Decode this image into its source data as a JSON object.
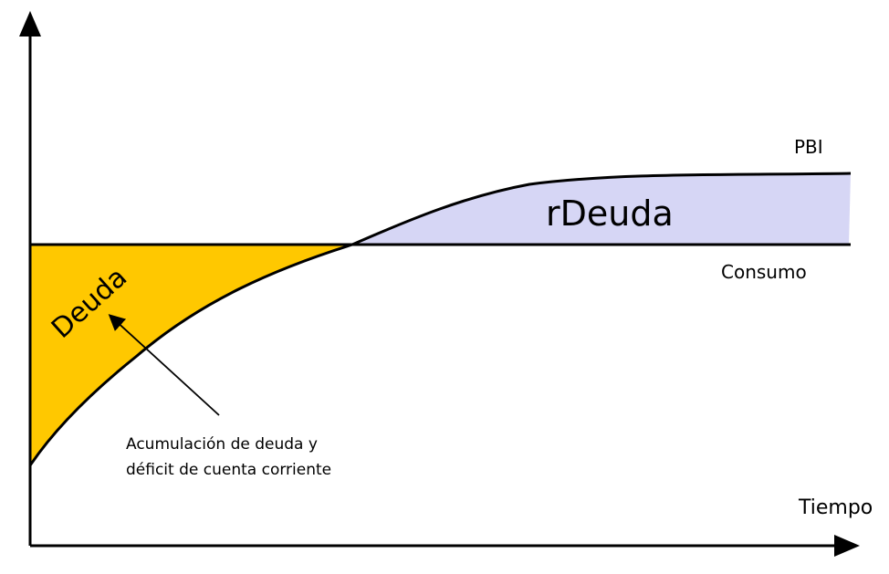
{
  "diagram": {
    "x_axis_label": "Tiempo",
    "curves": {
      "pbi_label": "PBI",
      "consumo_label": "Consumo"
    },
    "regions": {
      "deuda_label": "Deuda",
      "rdeuda_label": "rDeuda"
    },
    "annotation": {
      "line1": "Acumulación de deuda y",
      "line2": "déficit de cuenta corriente"
    },
    "colors": {
      "deuda_fill": "#FFC800",
      "rdeuda_fill": "#D6D6F5",
      "line": "#000000"
    }
  }
}
